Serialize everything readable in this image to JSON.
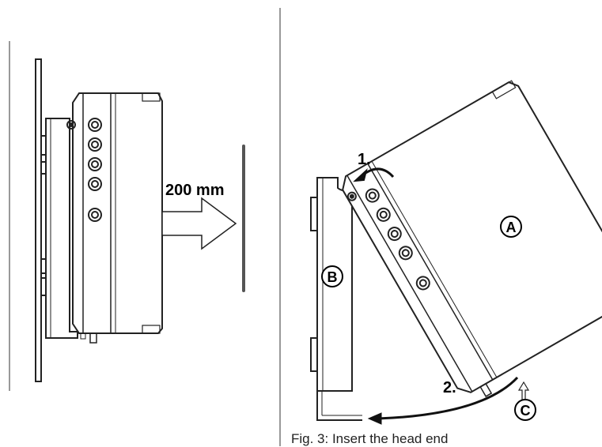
{
  "left_panel": {
    "distance_label": "200 mm"
  },
  "right_panel": {
    "step1_label": "1.",
    "step2_label": "2.",
    "callout_a": "A",
    "callout_b": "B",
    "callout_c": "C"
  },
  "caption": {
    "text": "Fig. 3: Insert the head end"
  },
  "colors": {
    "line": "#1a1a1a",
    "wall": "#555555",
    "outline": "#222222"
  }
}
